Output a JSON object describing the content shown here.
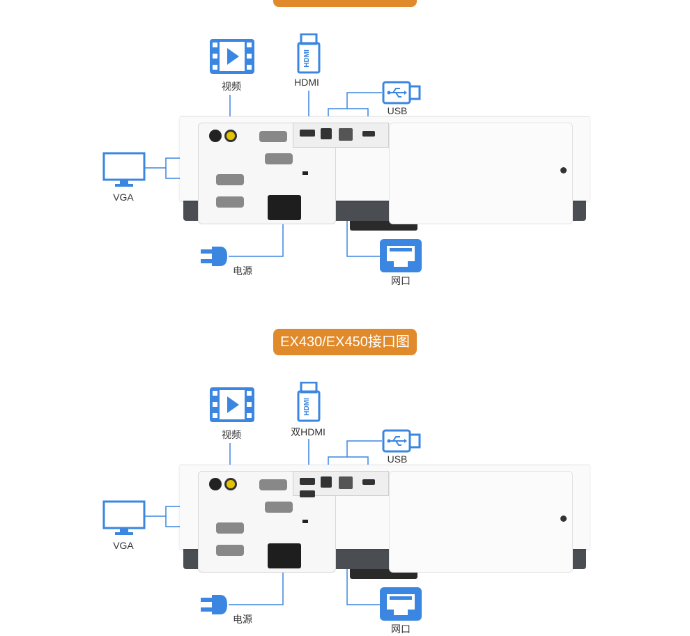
{
  "top_section": {
    "labels": {
      "video": "视频",
      "hdmi": "HDMI",
      "usb": "USB",
      "vga": "VGA",
      "power": "电源",
      "network": "网口"
    }
  },
  "bottom_section": {
    "title": "EX430/EX450接口图",
    "labels": {
      "video": "视频",
      "hdmi": "双HDMI",
      "usb": "USB",
      "vga": "VGA",
      "power": "电源",
      "network": "网口"
    }
  },
  "hdmi_icon_text": "HDMI",
  "colors": {
    "accent": "#e08a2c",
    "icon_blue": "#3a86e0",
    "line_blue": "#3a86e0"
  },
  "icons": [
    "video-icon",
    "hdmi-icon",
    "usb-icon",
    "monitor-icon",
    "power-plug-icon",
    "ethernet-icon"
  ]
}
